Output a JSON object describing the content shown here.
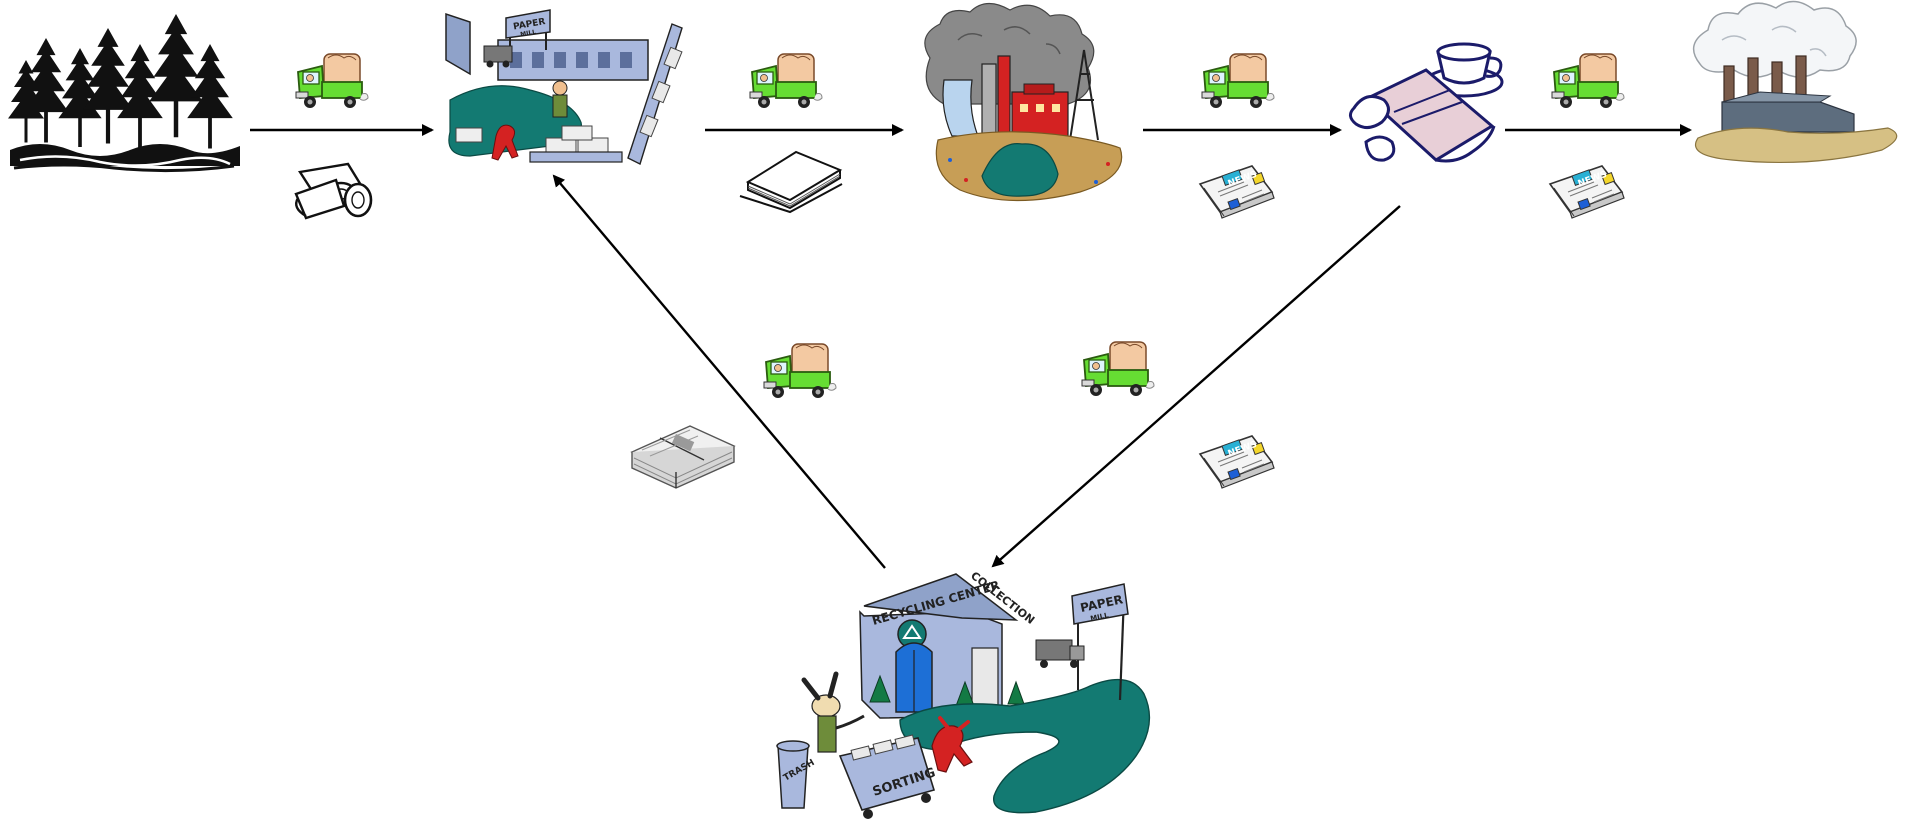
{
  "colors": {
    "truck_green": "#66dd33",
    "teal": "#137a72",
    "bluegray": "#a9b8dd",
    "smoke": "#8a8a8a",
    "factory_red": "#d42222",
    "arrow": "#000000"
  },
  "nodes": [
    {
      "id": "forest",
      "icon": "pine-forest-icon"
    },
    {
      "id": "paper_mill",
      "icon": "paper-mill-icon",
      "sign": "PAPER",
      "sign2": "MILL"
    },
    {
      "id": "factory",
      "icon": "printing-factory-icon"
    },
    {
      "id": "consumer",
      "icon": "coffee-and-newspaper-icon"
    },
    {
      "id": "landfill",
      "icon": "smokestack-plant-icon"
    },
    {
      "id": "recycling_center",
      "icon": "recycling-center-icon",
      "sign": "RECYCLING CENTER",
      "sign2": "COLLECTION",
      "sign3": "PAPER",
      "sign4": "MILL",
      "bin_label": "TRASH",
      "cart_label": "SORTING"
    }
  ],
  "cargo": {
    "news_label": "NEWS",
    "items": [
      "logs-icon",
      "paper-stack-icon",
      "newspaper-icon",
      "newspaper-icon",
      "newspaper-icon",
      "newspaper-bundle-icon"
    ]
  },
  "vehicles": [
    "delivery-truck-icon",
    "delivery-truck-icon",
    "delivery-truck-icon",
    "delivery-truck-icon",
    "delivery-truck-icon",
    "delivery-truck-icon"
  ]
}
